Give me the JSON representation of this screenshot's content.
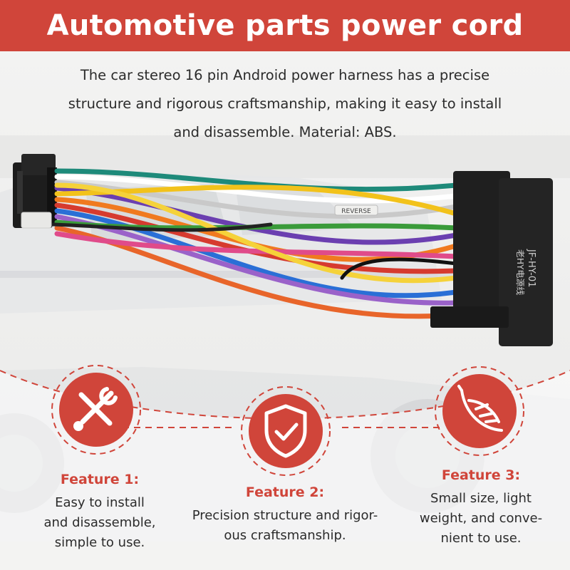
{
  "header": {
    "title": "Automotive parts power cord"
  },
  "description": {
    "lines": [
      "The car stereo 16 pin Android power harness has a precise",
      "structure and rigorous craftsmanship, making it easy to install",
      "and disassemble. Material: ABS."
    ]
  },
  "product": {
    "label_reverse": "REVERSE",
    "connector_text_1": "JF-HY-01",
    "connector_text_2": "老HY电源线"
  },
  "features": [
    {
      "icon": "tools-icon",
      "title": "Feature 1:",
      "lines": [
        "Easy to install",
        "and disassemble,",
        "simple to use."
      ]
    },
    {
      "icon": "shield-check-icon",
      "title": "Feature 2:",
      "lines": [
        "Precision structure and rigor-",
        "ous craftsmanship."
      ]
    },
    {
      "icon": "feather-icon",
      "title": "Feature 3:",
      "lines": [
        "Small size, light",
        "weight, and conve-",
        "nient to use."
      ]
    }
  ],
  "colors": {
    "accent": "#d0453a",
    "text": "#2b2b2b",
    "white": "#ffffff"
  }
}
